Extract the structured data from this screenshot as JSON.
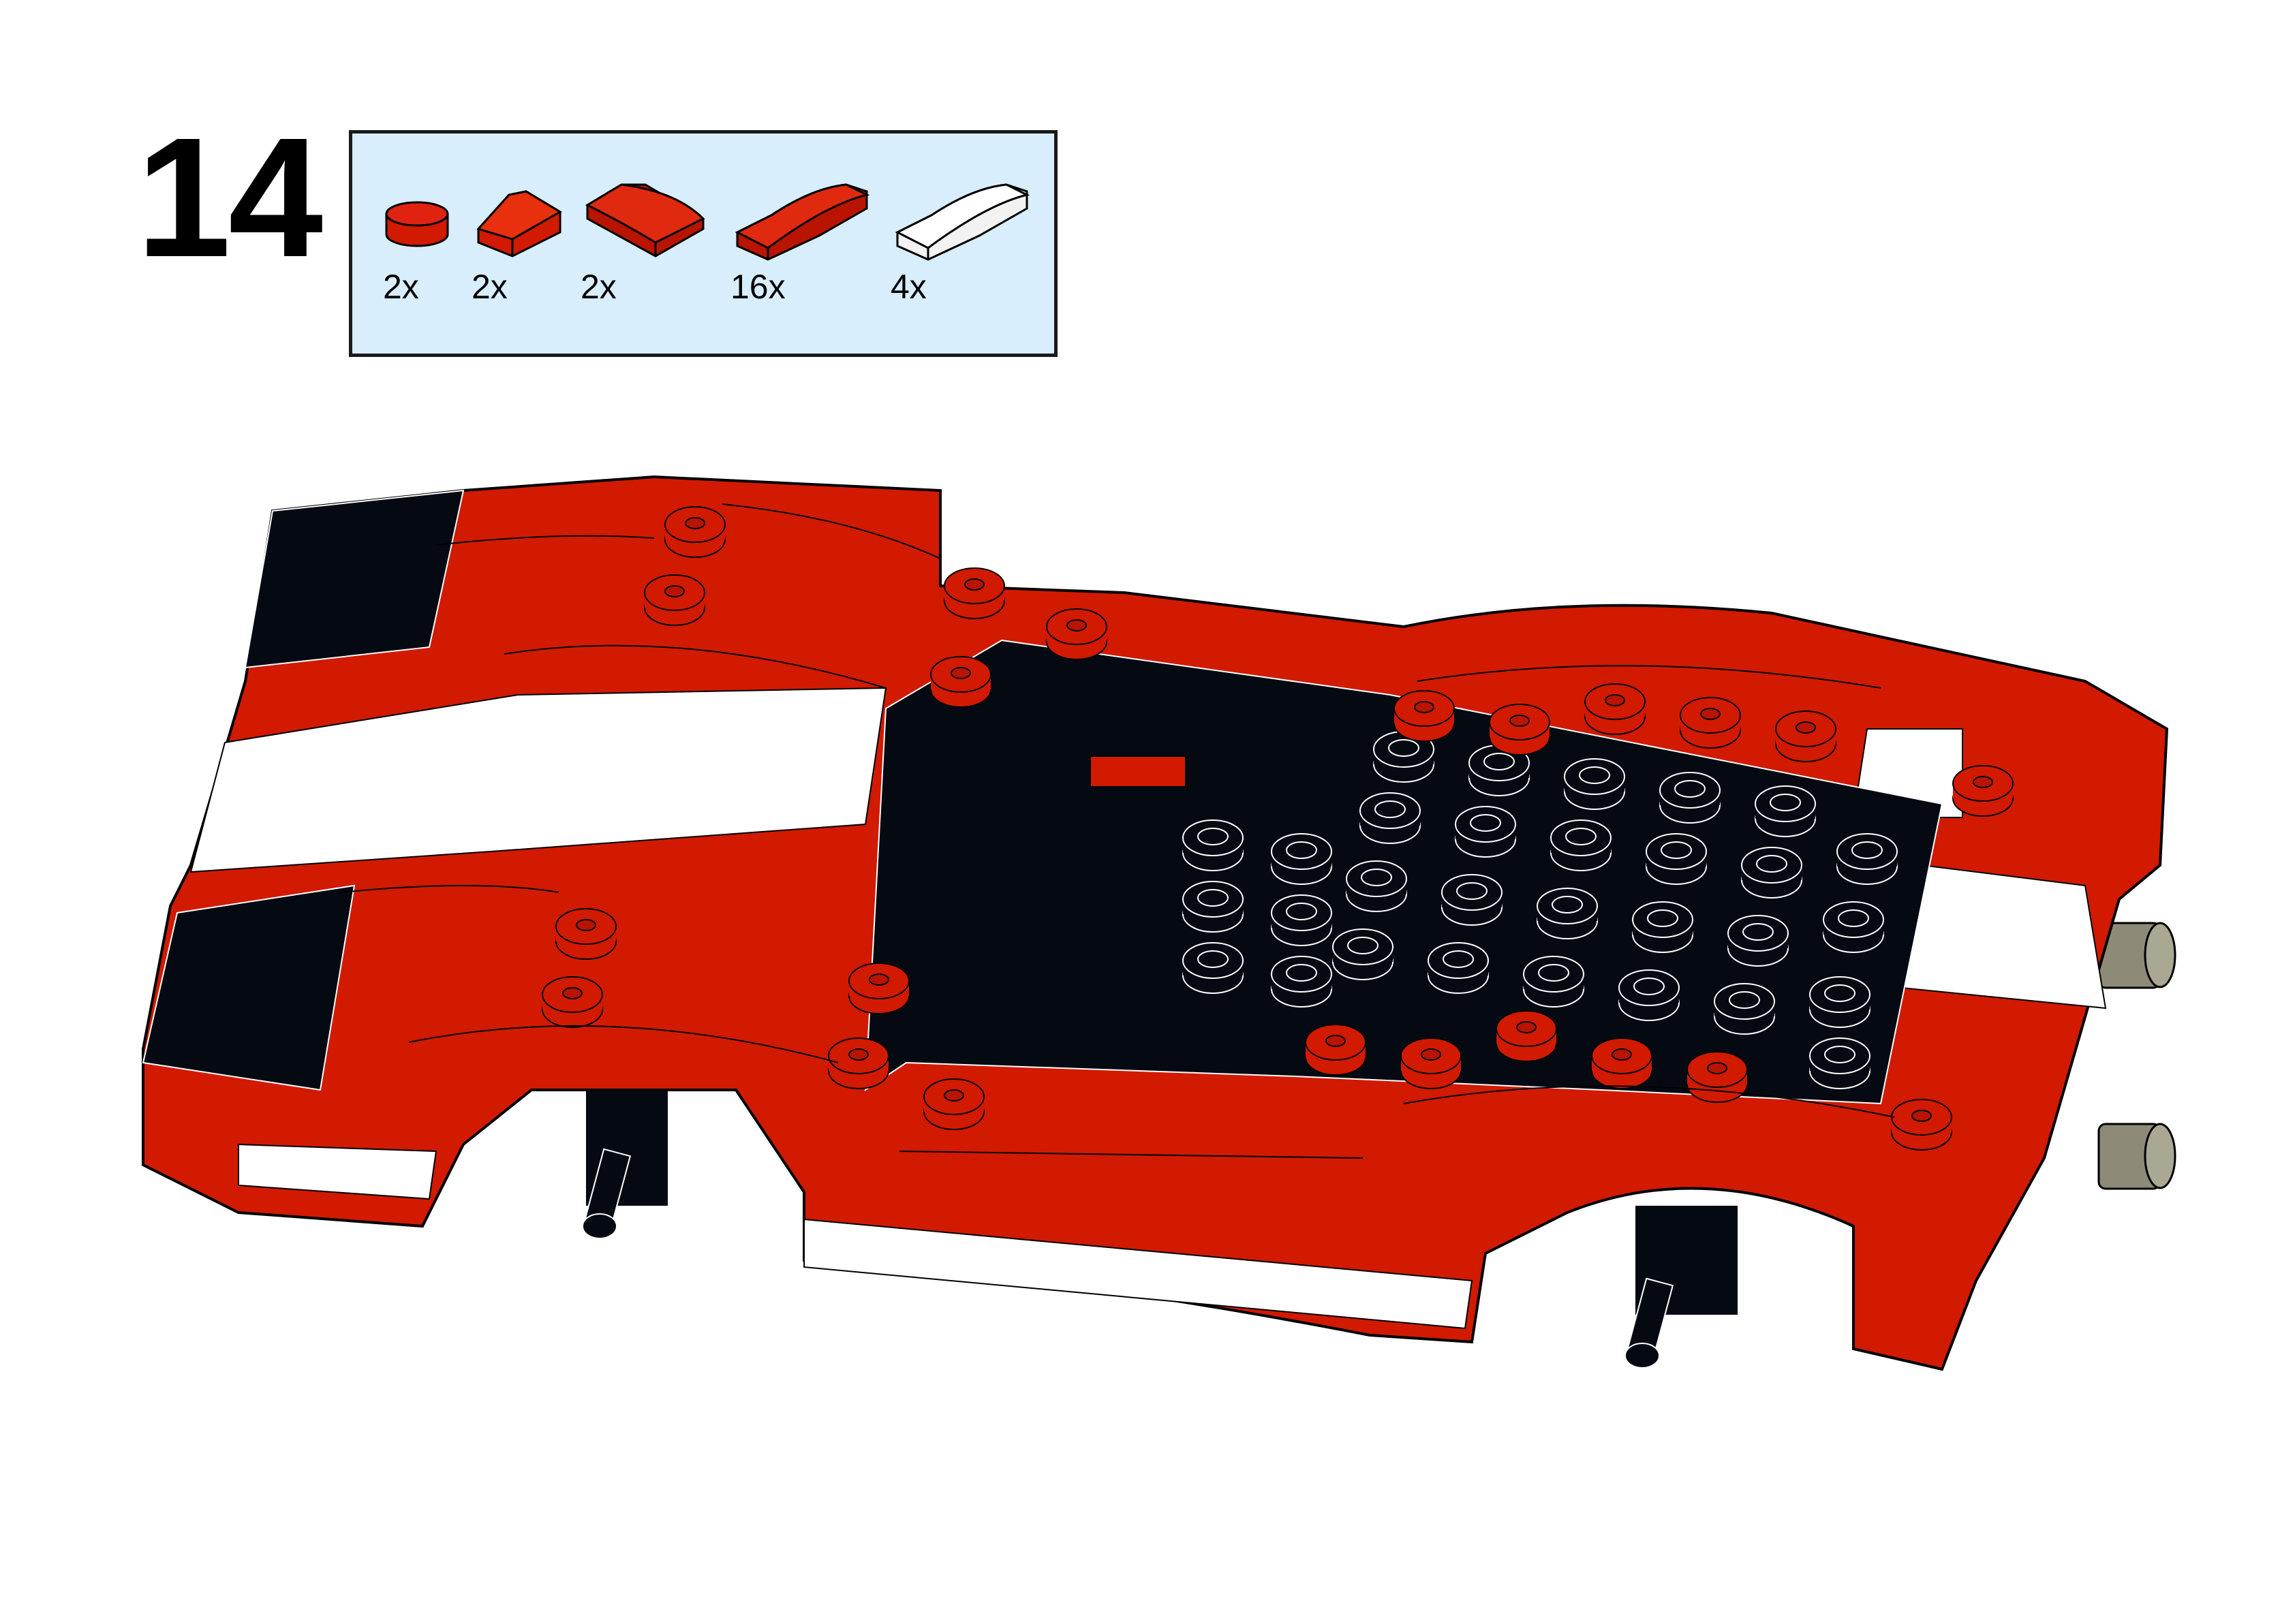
{
  "step": {
    "number": "14"
  },
  "parts": [
    {
      "name": "round-plate-1x1",
      "color": "#d11a00",
      "count": "2x"
    },
    {
      "name": "slope-1x1",
      "color": "#d11a00",
      "count": "2x"
    },
    {
      "name": "curved-slope-2x1",
      "color": "#d11a00",
      "count": "2x"
    },
    {
      "name": "curved-slope-3x1",
      "color": "#d11a00",
      "count": "16x"
    },
    {
      "name": "curved-slope-2x1-white",
      "color": "#ffffff",
      "count": "4x"
    }
  ],
  "colors": {
    "red": "#d11a00",
    "black": "#050a12",
    "white": "#ffffff",
    "gray": "#8d8a78",
    "panel": "#d8eefc"
  }
}
